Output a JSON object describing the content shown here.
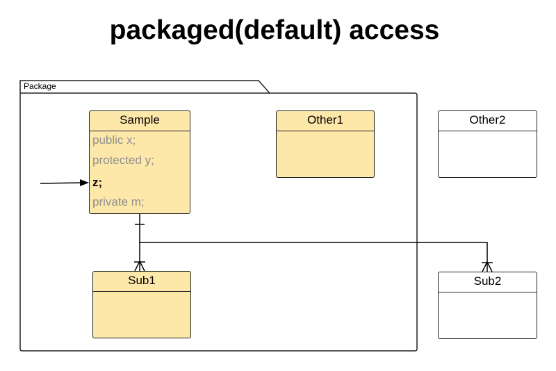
{
  "title": "packaged(default) access",
  "package": {
    "label": "Package"
  },
  "classes": {
    "sample": {
      "name": "Sample",
      "members": [
        "public x;",
        "protected y;",
        "z;",
        "private m;"
      ],
      "highlighted_member": "z;"
    },
    "other1": {
      "name": "Other1"
    },
    "other2": {
      "name": "Other2"
    },
    "sub1": {
      "name": "Sub1"
    },
    "sub2": {
      "name": "Sub2"
    }
  },
  "colors": {
    "inside_package_fill": "#fde7a9",
    "outside_package_fill": "#ffffff",
    "line": "#000000",
    "member_text": "#8f8f8f"
  }
}
